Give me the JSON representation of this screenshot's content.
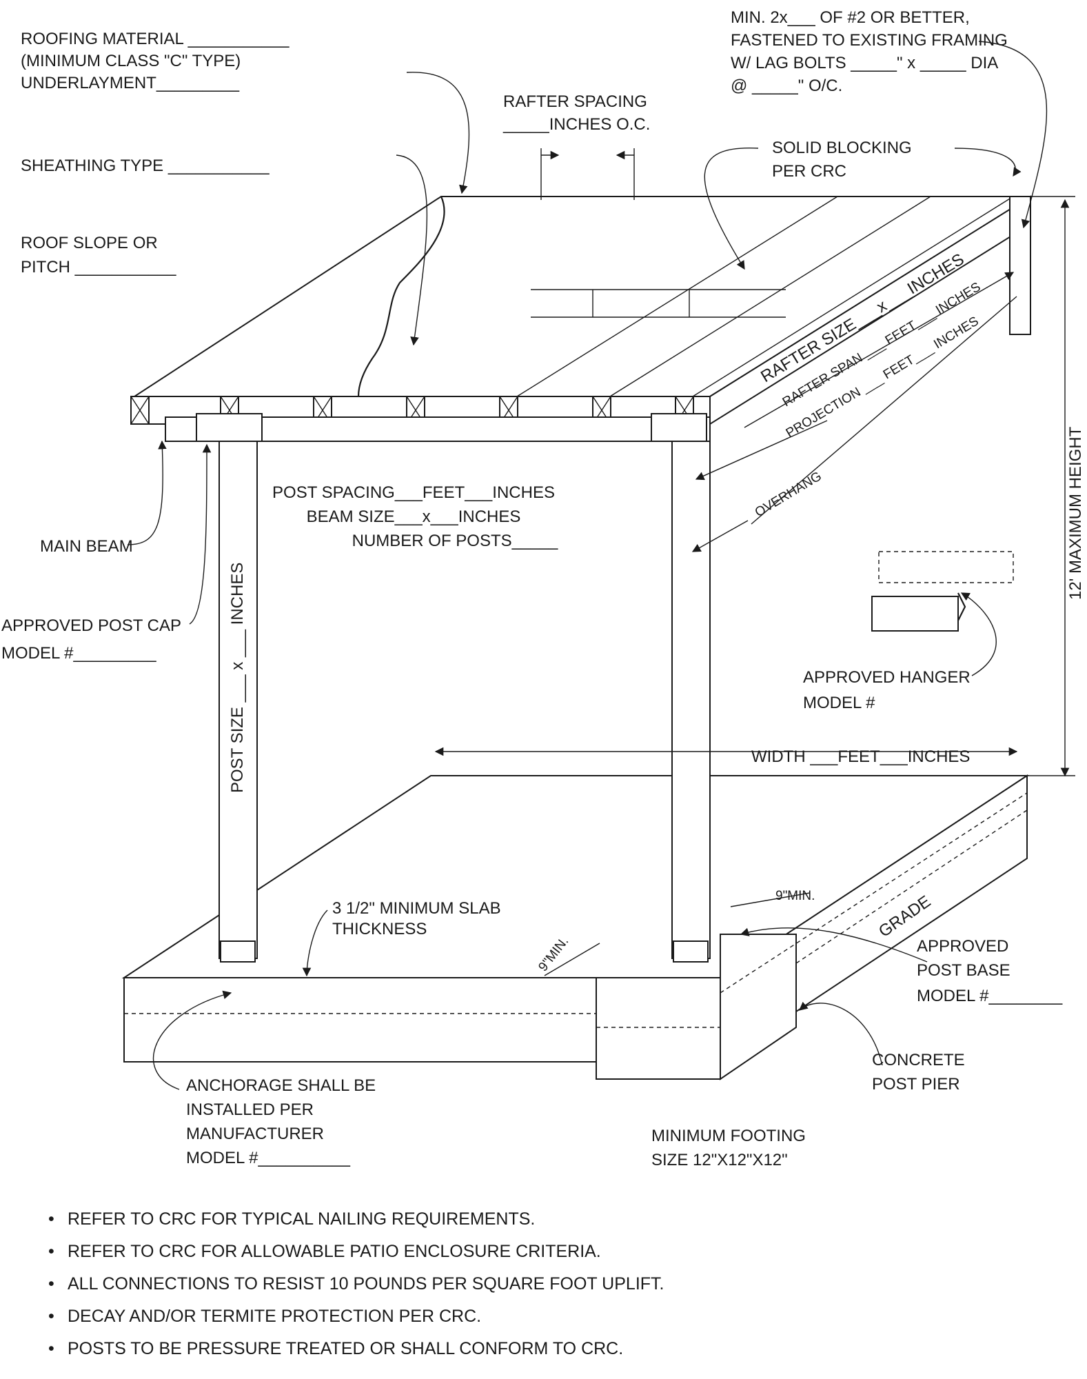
{
  "labels": {
    "roofing_material": "ROOFING MATERIAL ___________",
    "roofing_class": "(MINIMUM CLASS \"C\" TYPE)",
    "underlayment": "UNDERLAYMENT_________",
    "min_2x_line1": "MIN. 2x___ OF #2 OR BETTER,",
    "min_2x_line2": "FASTENED TO EXISTING FRAMING",
    "min_2x_line3": "W/ LAG BOLTS _____\" x _____ DIA",
    "min_2x_line4": "@ _____\" O/C.",
    "rafter_spacing_line1": "RAFTER SPACING",
    "rafter_spacing_line2": "_____INCHES O.C.",
    "sheathing_type": "SHEATHING TYPE ___________",
    "solid_blocking_line1": "SOLID BLOCKING",
    "solid_blocking_line2": "PER CRC",
    "roof_slope_line1": "ROOF SLOPE OR",
    "roof_slope_line2": "PITCH ___________",
    "rafter_size": "RAFTER SIZE___x___INCHES",
    "rafter_span": "RAFTER SPAN ___ FEET___ INCHES",
    "projection": "PROJECTION ___ FEET___ INCHES",
    "overhang": "OVERHANG",
    "post_spacing": "POST SPACING___FEET___INCHES",
    "beam_size": "BEAM SIZE___x___INCHES",
    "number_of_posts": "NUMBER OF POSTS_____",
    "main_beam": "MAIN BEAM",
    "approved_post_cap": "APPROVED POST CAP",
    "post_cap_model": "MODEL #_________",
    "post_size": "POST SIZE ___ x ___ INCHES",
    "max_height": "12' MAXIMUM HEIGHT",
    "approved_hanger": "APPROVED HANGER",
    "hanger_model": "MODEL #",
    "width": "WIDTH ___FEET___INCHES",
    "slab_thickness_line1": "3 1/2\" MINIMUM SLAB",
    "slab_thickness_line2": "THICKNESS",
    "nine_min_top": "9\"MIN.",
    "nine_min_left": "9\"MIN.",
    "grade": "GRADE",
    "post_base_line1": "APPROVED",
    "post_base_line2": "POST BASE",
    "post_base_line3": "MODEL #________",
    "anchorage_line1": "ANCHORAGE SHALL BE",
    "anchorage_line2": "INSTALLED PER",
    "anchorage_line3": "MANUFACTURER",
    "anchorage_line4": "MODEL #__________",
    "concrete_pier_line1": "CONCRETE",
    "concrete_pier_line2": "POST PIER",
    "footing_line1": "MINIMUM FOOTING",
    "footing_line2": "SIZE 12\"X12\"X12\""
  },
  "notes": [
    "REFER TO CRC FOR TYPICAL NAILING REQUIREMENTS.",
    "REFER TO CRC FOR ALLOWABLE PATIO ENCLOSURE CRITERIA.",
    "ALL CONNECTIONS TO RESIST 10 POUNDS PER SQUARE FOOT UPLIFT.",
    "DECAY AND/OR TERMITE PROTECTION PER CRC.",
    "POSTS TO BE PRESSURE TREATED OR SHALL CONFORM TO CRC."
  ]
}
